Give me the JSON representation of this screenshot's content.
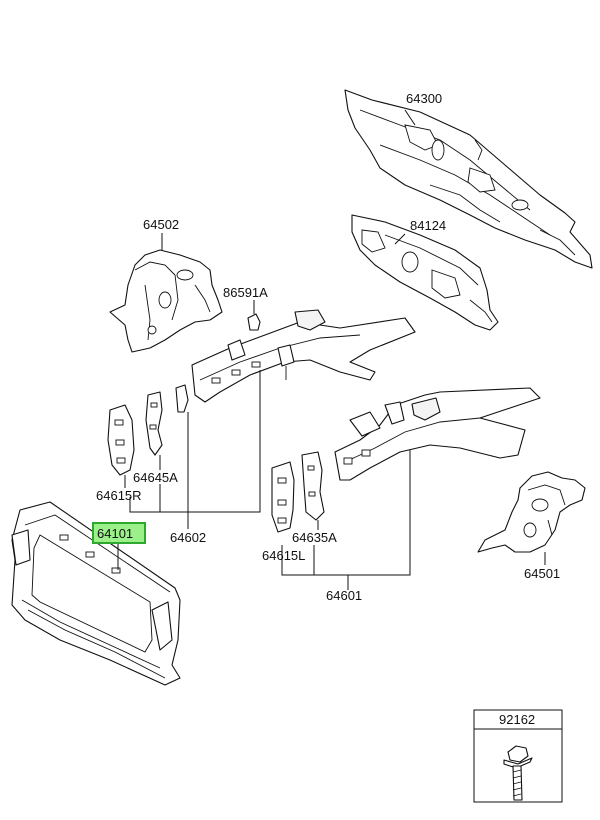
{
  "parts": {
    "p64300": "64300",
    "p84124": "84124",
    "p64502": "64502",
    "p86591A": "86591A",
    "p64645A": "64645A",
    "p64615R": "64615R",
    "p64602": "64602",
    "p64101": "64101",
    "p64635A": "64635A",
    "p64615L": "64615L",
    "p64601": "64601",
    "p64501": "64501",
    "p92162": "92162"
  },
  "highlight": {
    "part": "64101",
    "fill_color": "#9cf08a",
    "border_color": "#2fa82f"
  },
  "icons": {
    "bolt": "flange-bolt-icon"
  }
}
